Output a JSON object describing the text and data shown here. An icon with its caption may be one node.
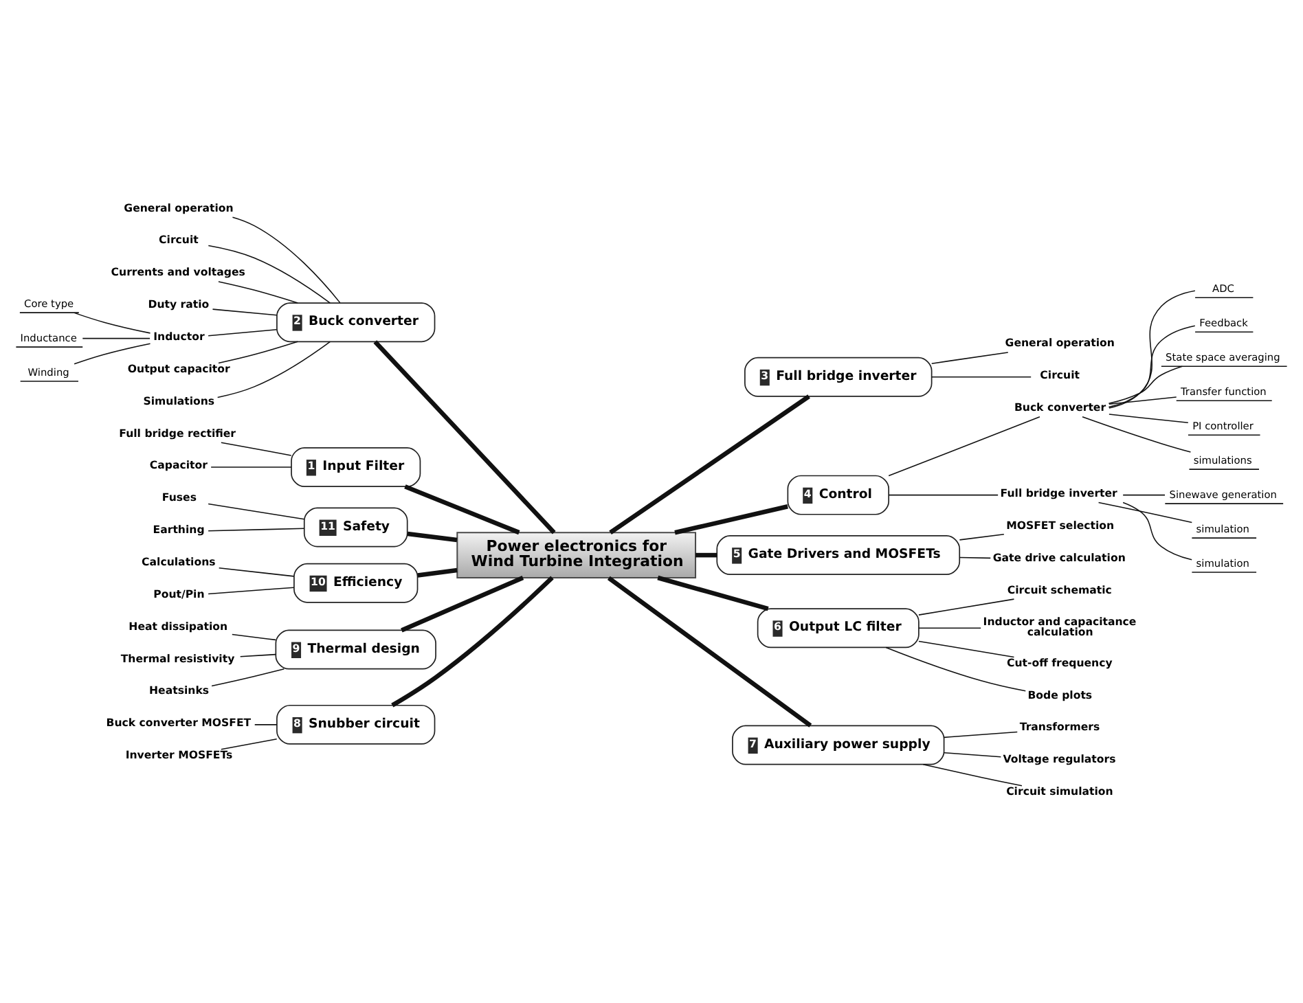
{
  "diagram": {
    "nodes": [
      {
        "text": [
          "Power electronics for Wind Turbine Integration"
        ]
      },
      {
        "text": [
          "1",
          "Input Filter"
        ]
      },
      {
        "text": [
          "Full bridge rectifier"
        ]
      },
      {
        "text": [
          "Capacitor"
        ]
      },
      {
        "text": [
          "2",
          "Buck converter"
        ]
      },
      {
        "text": [
          "General operation"
        ]
      },
      {
        "text": [
          "Circuit"
        ]
      },
      {
        "text": [
          "Currents and voltages"
        ]
      },
      {
        "text": [
          "Duty ratio"
        ]
      },
      {
        "text": [
          "Inductor"
        ]
      },
      {
        "text": [
          "Core type"
        ]
      },
      {
        "text": [
          "Inductance"
        ]
      },
      {
        "text": [
          "Winding"
        ]
      },
      {
        "text": [
          "Output capacitor"
        ]
      },
      {
        "text": [
          "Simulations"
        ]
      },
      {
        "text": [
          "3",
          "Full bridge inverter"
        ]
      },
      {
        "text": [
          "General operation"
        ]
      },
      {
        "text": [
          "Circuit"
        ]
      },
      {
        "text": [
          "4",
          "Control"
        ]
      },
      {
        "text": [
          "Buck converter"
        ]
      },
      {
        "text": [
          "ADC"
        ]
      },
      {
        "text": [
          "Feedback"
        ]
      },
      {
        "text": [
          "State space averaging"
        ]
      },
      {
        "text": [
          "Transfer function"
        ]
      },
      {
        "text": [
          "PI controller"
        ]
      },
      {
        "text": [
          "simulations"
        ]
      },
      {
        "text": [
          "Full bridge inverter"
        ]
      },
      {
        "text": [
          "Sinewave generation"
        ]
      },
      {
        "text": [
          "simulation"
        ]
      },
      {
        "text": [
          "simulation"
        ]
      },
      {
        "text": [
          "5",
          "Gate Drivers and MOSFETs"
        ]
      },
      {
        "text": [
          "MOSFET selection"
        ]
      },
      {
        "text": [
          "Gate drive calculation"
        ]
      },
      {
        "text": [
          "6",
          "Output LC filter"
        ]
      },
      {
        "text": [
          "Circuit schematic"
        ]
      },
      {
        "text": [
          "Inductor and capacitance calculation"
        ]
      },
      {
        "text": [
          "Cut-off frequency"
        ]
      },
      {
        "text": [
          "Bode plots"
        ]
      },
      {
        "text": [
          "7",
          "Auxiliary power supply"
        ]
      },
      {
        "text": [
          "Transformers"
        ]
      },
      {
        "text": [
          "Voltage regulators"
        ]
      },
      {
        "text": [
          "Circuit simulation"
        ]
      },
      {
        "text": [
          "8",
          "Snubber circuit"
        ]
      },
      {
        "text": [
          "Buck converter MOSFET"
        ]
      },
      {
        "text": [
          "Inverter MOSFETs"
        ]
      },
      {
        "text": [
          "9",
          "Thermal design"
        ]
      },
      {
        "text": [
          "Heat dissipation"
        ]
      },
      {
        "text": [
          "Thermal resistivity"
        ]
      },
      {
        "text": [
          "Heatsinks"
        ]
      },
      {
        "text": [
          "10",
          "Efficiency"
        ]
      },
      {
        "text": [
          "Calculations"
        ]
      },
      {
        "text": [
          "Pout/Pin"
        ]
      },
      {
        "text": [
          "11",
          "Safety"
        ]
      },
      {
        "text": [
          "Fuses"
        ]
      },
      {
        "text": [
          "Earthing"
        ]
      }
    ],
    "edges": [
      {
        "from": 4,
        "to": 0,
        "arrow": "none",
        "style": "thick"
      },
      {
        "from": 5,
        "to": 4,
        "arrow": "none"
      },
      {
        "from": 6,
        "to": 4,
        "arrow": "none"
      },
      {
        "from": 7,
        "to": 4,
        "arrow": "none"
      },
      {
        "from": 8,
        "to": 4,
        "arrow": "none"
      },
      {
        "from": 9,
        "to": 4,
        "arrow": "none"
      },
      {
        "from": 10,
        "to": 9,
        "arrow": "none"
      },
      {
        "from": 11,
        "to": 9,
        "arrow": "none"
      },
      {
        "from": 12,
        "to": 9,
        "arrow": "none"
      },
      {
        "from": 13,
        "to": 4,
        "arrow": "none"
      },
      {
        "from": 14,
        "to": 4,
        "arrow": "none"
      },
      {
        "from": 1,
        "to": 0,
        "arrow": "none",
        "style": "thick"
      },
      {
        "from": 2,
        "to": 1,
        "arrow": "none"
      },
      {
        "from": 3,
        "to": 1,
        "arrow": "none"
      },
      {
        "from": 52,
        "to": 0,
        "arrow": "none",
        "style": "thick"
      },
      {
        "from": 53,
        "to": 52,
        "arrow": "none"
      },
      {
        "from": 54,
        "to": 52,
        "arrow": "none"
      },
      {
        "from": 49,
        "to": 0,
        "arrow": "none",
        "style": "thick"
      },
      {
        "from": 50,
        "to": 49,
        "arrow": "none"
      },
      {
        "from": 51,
        "to": 49,
        "arrow": "none"
      },
      {
        "from": 45,
        "to": 0,
        "arrow": "none",
        "style": "thick"
      },
      {
        "from": 46,
        "to": 45,
        "arrow": "none"
      },
      {
        "from": 47,
        "to": 45,
        "arrow": "none"
      },
      {
        "from": 48,
        "to": 45,
        "arrow": "none"
      },
      {
        "from": 42,
        "to": 0,
        "arrow": "none",
        "style": "thick"
      },
      {
        "from": 43,
        "to": 42,
        "arrow": "none"
      },
      {
        "from": 44,
        "to": 42,
        "arrow": "none"
      },
      {
        "from": 0,
        "to": 15,
        "arrow": "none",
        "style": "thick"
      },
      {
        "from": 15,
        "to": 16,
        "arrow": "none"
      },
      {
        "from": 15,
        "to": 17,
        "arrow": "none"
      },
      {
        "from": 0,
        "to": 18,
        "arrow": "none",
        "style": "thick"
      },
      {
        "from": 18,
        "to": 19,
        "arrow": "none"
      },
      {
        "from": 19,
        "to": 20,
        "arrow": "none"
      },
      {
        "from": 19,
        "to": 21,
        "arrow": "none"
      },
      {
        "from": 19,
        "to": 22,
        "arrow": "none"
      },
      {
        "from": 19,
        "to": 23,
        "arrow": "none"
      },
      {
        "from": 19,
        "to": 24,
        "arrow": "none"
      },
      {
        "from": 19,
        "to": 25,
        "arrow": "none"
      },
      {
        "from": 18,
        "to": 26,
        "arrow": "none"
      },
      {
        "from": 26,
        "to": 27,
        "arrow": "none"
      },
      {
        "from": 26,
        "to": 28,
        "arrow": "none"
      },
      {
        "from": 26,
        "to": 29,
        "arrow": "none"
      },
      {
        "from": 0,
        "to": 30,
        "arrow": "none",
        "style": "thick"
      },
      {
        "from": 30,
        "to": 31,
        "arrow": "none"
      },
      {
        "from": 30,
        "to": 32,
        "arrow": "none"
      },
      {
        "from": 0,
        "to": 33,
        "arrow": "none",
        "style": "thick"
      },
      {
        "from": 33,
        "to": 34,
        "arrow": "none"
      },
      {
        "from": 33,
        "to": 35,
        "arrow": "none"
      },
      {
        "from": 33,
        "to": 36,
        "arrow": "none"
      },
      {
        "from": 33,
        "to": 37,
        "arrow": "none"
      },
      {
        "from": 0,
        "to": 38,
        "arrow": "none",
        "style": "thick"
      },
      {
        "from": 38,
        "to": 39,
        "arrow": "none"
      },
      {
        "from": 38,
        "to": 40,
        "arrow": "none"
      },
      {
        "from": 38,
        "to": 41,
        "arrow": "none"
      }
    ]
  }
}
